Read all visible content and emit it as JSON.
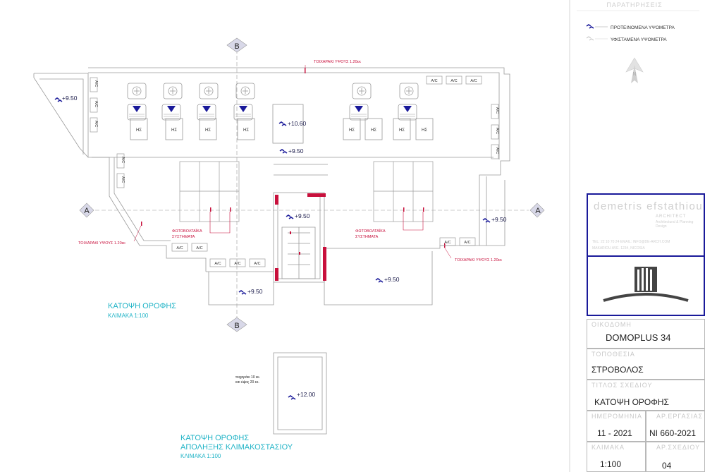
{
  "legend": {
    "title": "ΠΑΡΑΤΗΡΗΣΕΙΣ",
    "items": [
      {
        "label": "ΠΡΟΤΕΙΝΟΜΕΝΑ ΥΨΟΜΕΤΡΑ"
      },
      {
        "label": "ΥΦΙΣΤΑΜΕΝΑ ΥΨΟΜΕΤΡΑ"
      }
    ]
  },
  "section_markers": {
    "b": "B",
    "a": "A"
  },
  "notes": {
    "parapet": "ΤΟΙΧΑΡΑΚΙ ΥΨΟΥΣ 1.20εκ",
    "pv_line1": "ΦΩΤΟΒΟΛΤΑΪΚΑ",
    "pv_line2": "ΣΥΣΤΗΜΑΤΑ",
    "stair_wall_1": "τοιχαράκι 10 εκ.",
    "stair_wall_2": "και ύψος 20 εκ."
  },
  "equipment": {
    "ac": "A/C",
    "heater": "ΗΣ"
  },
  "levels": {
    "l950": "+9.50",
    "l1060": "+10.60",
    "l1200": "+12.00"
  },
  "plan_titles": {
    "roof_plan": "ΚΑΤΟΨΗ ΟΡΟΦΗΣ",
    "roof_plan_scale": "ΚΛΙΜΑΚΑ   1:100",
    "stair_roof_line1": "ΚΑΤΟΨΗ  ΟΡΟΦΗΣ",
    "stair_roof_line2": "ΑΠΟΛΗΞΗΣ ΚΛΙΜΑΚΟΣΤΑΣΙΟΥ",
    "stair_roof_scale": "ΚΛΙΜΑΚΑ   1:100"
  },
  "title_block": {
    "firm_name": "demetris efstathiou",
    "firm_role": "ARCHITECT",
    "firm_sub": "Architectural & Planning Design",
    "firm_contact": "TEL: 22 10 70 24   EMAIL: INFO@DE-ARCH.COM",
    "firm_address": "MAKARIOU AVE. 1234, NICOSIA",
    "project_label": "ΟΙΚΟΔΟΜΗ",
    "project": "DOMOPLUS 34",
    "location_label": "ΤΟΠΟΘΕΣΙΑ",
    "location": "ΣΤΡΟΒΟΛΟΣ",
    "drawing_label": "ΤΙΤΛΟΣ ΣΧΕΔΙΟΥ",
    "drawing_title": "ΚΑΤΟΨΗ ΟΡΟΦΗΣ",
    "date_label": "ΗΜΕΡΟΜΗΝΙΑ",
    "date": "11 - 2021",
    "job_label": "ΑΡ.ΕΡΓΑΣΙΑΣ",
    "job_no": "ΝΙ 660-2021",
    "scale_label": "ΚΛΙΜΑΚΑ",
    "scale": "1:100",
    "sheet_label": "ΑΡ.ΣΧΕΔΙΟΥ",
    "sheet": "04"
  },
  "colors": {
    "line": "#9a9a9a",
    "red": "#c8103c",
    "blue": "#1a1a9a",
    "cyan": "#1fb3c6",
    "tb_border": "#1a1a9a"
  }
}
